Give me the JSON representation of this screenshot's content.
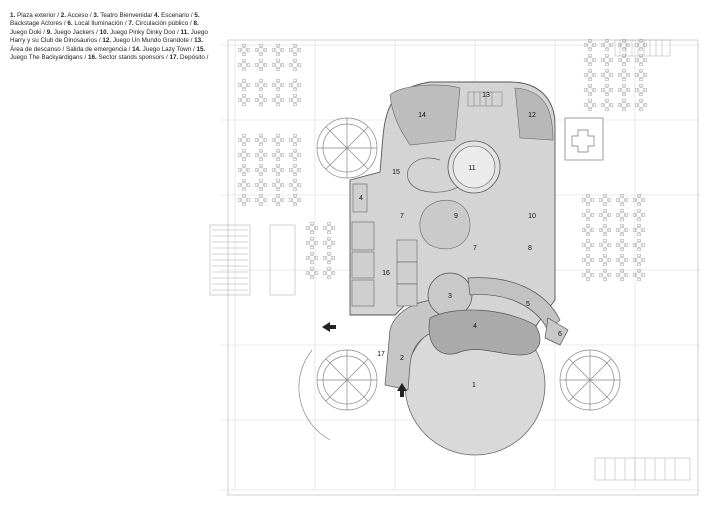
{
  "legend": [
    {
      "num": "1.",
      "text": " Plaza exterior / "
    },
    {
      "num": "2.",
      "text": " Acceso / "
    },
    {
      "num": "3.",
      "text": " Teatro Bienvenida/ "
    },
    {
      "num": "4.",
      "text": " Escenario / "
    },
    {
      "num": "5.",
      "text": " Backstage Actores / "
    },
    {
      "num": "6.",
      "text": " Local Iluminación / "
    },
    {
      "num": "7.",
      "text": " Circulación público / "
    },
    {
      "num": "8.",
      "text": " Juego Doki / "
    },
    {
      "num": "9.",
      "text": " Juego Jackers / "
    },
    {
      "num": "10.",
      "text": " Juego Pinky Dinky Doo / "
    },
    {
      "num": "11.",
      "text": " Juego Harry y su Club de Dinosaurios / "
    },
    {
      "num": "12.",
      "text": " Juego Un Mundo Grandote / "
    },
    {
      "num": "13.",
      "text": " Área de descanso / Salida de emergencia / "
    },
    {
      "num": "14.",
      "text": " Juego Lazy Town / "
    },
    {
      "num": "15.",
      "text": " Juego The Backyardigans / "
    },
    {
      "num": "16.",
      "text": " Sector stands sponsors / "
    },
    {
      "num": "17.",
      "text": " Depósito /"
    }
  ],
  "labels": {
    "l1": "1",
    "l2": "2",
    "l3": "3",
    "l4": "4",
    "l5": "5",
    "l6": "6",
    "l7a": "7",
    "l7b": "7",
    "l8": "8",
    "l9": "9",
    "l10": "10",
    "l11": "11",
    "l12": "12",
    "l13": "13",
    "l14": "14",
    "l15": "15",
    "l16": "16",
    "l17": "17"
  },
  "colors": {
    "floor": "#d6d6d6",
    "floor_dark": "#bdbdbd",
    "line": "#555555",
    "grid": "#cfcfcf"
  }
}
